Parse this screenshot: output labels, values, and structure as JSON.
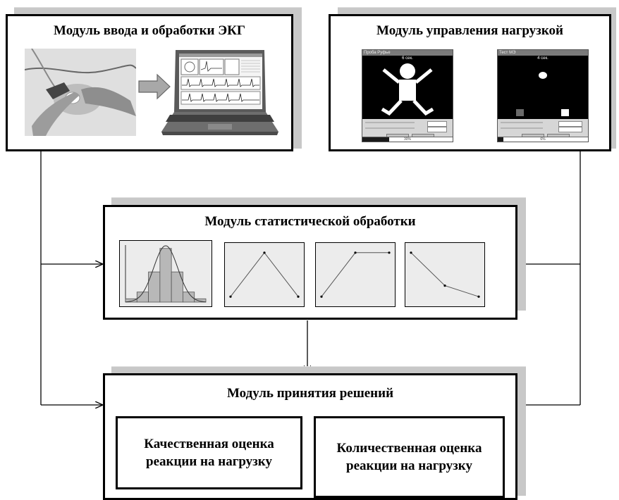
{
  "modules": {
    "ecg_input": {
      "title": "Модуль ввода и обработки ЭКГ"
    },
    "load_control": {
      "title": "Модуль управления нагрузкой",
      "screens": [
        {
          "header": "Проба Руфье",
          "timer": "6 сек.",
          "progress": "30%",
          "progress_value": 0.3
        },
        {
          "header": "Тест МЭ",
          "timer": "4 сек.",
          "progress": "6%",
          "progress_value": 0.06
        }
      ]
    },
    "statistics": {
      "title": "Модуль статистической обработки"
    },
    "decision": {
      "title": "Модуль принятия решений",
      "qualitative": "Качественная оценка реакции на нагрузку",
      "quantitative": "Количественная оценка реакции на нагрузку"
    }
  },
  "chart_data": [
    {
      "type": "bar",
      "values": [
        1,
        3,
        9,
        16,
        9,
        3,
        1
      ],
      "ylim": [
        0,
        17
      ],
      "grid": false
    },
    {
      "type": "line",
      "x": [
        0,
        1,
        2
      ],
      "y": [
        1,
        9,
        1
      ],
      "ylim": [
        0,
        10
      ],
      "grid": false
    },
    {
      "type": "line",
      "x": [
        0,
        1,
        2
      ],
      "y": [
        1,
        9,
        9
      ],
      "ylim": [
        0,
        10
      ],
      "grid": false
    },
    {
      "type": "line",
      "x": [
        0,
        1,
        2
      ],
      "y": [
        9,
        3,
        1
      ],
      "ylim": [
        0,
        10
      ],
      "grid": false
    }
  ],
  "colors": {
    "line": "#000000",
    "shadow": "#c8c8c8",
    "chart_bg": "#ececec",
    "bar_fill": "#b8b8b8"
  }
}
